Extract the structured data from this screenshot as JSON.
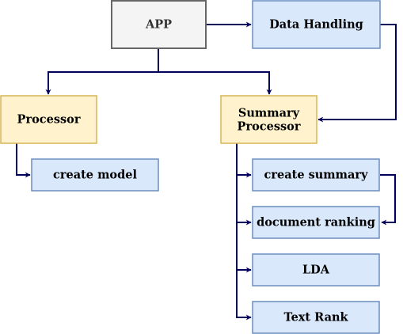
{
  "colors": {
    "edge": "#00005a",
    "app_fill": "#f4f4f4",
    "app_stroke": "#666666",
    "blue_fill": "#dae8fc",
    "blue_stroke": "#6c8ebf",
    "yellow_fill": "#fff2cc",
    "yellow_stroke": "#d6b656",
    "text": "#000000",
    "app_text": "#333333"
  },
  "nodes": {
    "app": {
      "label": "APP"
    },
    "data_handling": {
      "label": "Data Handling"
    },
    "processor": {
      "label": "Processor"
    },
    "summary_processor": {
      "line1": "Summary",
      "line2": "Processor"
    },
    "create_model": {
      "label": "create model"
    },
    "create_summary": {
      "label": "create summary"
    },
    "document_ranking": {
      "label": "document ranking"
    },
    "lda": {
      "label": "LDA"
    },
    "text_rank": {
      "label": "Text Rank"
    }
  }
}
